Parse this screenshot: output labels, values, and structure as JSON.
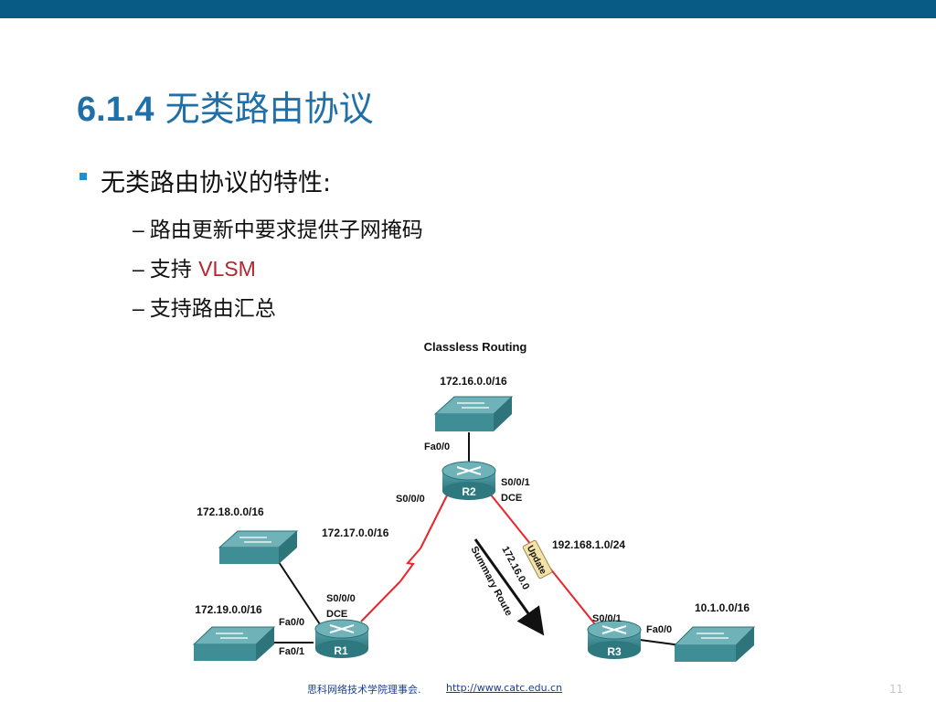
{
  "slide": {
    "title_number": "6.1.4",
    "title_text": "无类路由协议",
    "bullet": "无类路由协议的特性:",
    "sub_items": [
      {
        "text": "路由更新中要求提供子网掩码",
        "highlight": ""
      },
      {
        "text": "支持 ",
        "highlight": "VLSM"
      },
      {
        "text": "支持路由汇总",
        "highlight": ""
      }
    ],
    "footer_org": "思科网络技术学院理事会.",
    "footer_url": "http://www.catc.edu.cn",
    "page_number": "11"
  },
  "diagram": {
    "title": "Classless Routing",
    "routers": [
      {
        "name": "R2"
      },
      {
        "name": "R1"
      },
      {
        "name": "R3"
      }
    ],
    "networks": [
      "172.16.0.0/16",
      "172.18.0.0/16",
      "172.19.0.0/16",
      "10.1.0.0/16",
      "172.17.0.0/16",
      "192.168.1.0/24"
    ],
    "interfaces": {
      "r2_fa00": "Fa0/0",
      "r2_s000": "S0/0/0",
      "r2_s001": "S0/0/1",
      "r2_dce": "DCE",
      "r1_s000": "S0/0/0",
      "r1_dce": "DCE",
      "r1_fa00": "Fa0/0",
      "r1_fa01": "Fa0/1",
      "r3_s001": "S0/0/1",
      "r3_fa00": "Fa0/0"
    },
    "update_label": "Update",
    "summary_network": "172.16.0.0",
    "summary_label": "Summary Route"
  },
  "colors": {
    "top_bar": "#075b84",
    "title": "#1f6fa8",
    "highlight": "#b3262e",
    "serial_link": "#e8262b",
    "device_teal": "#3f8e96"
  }
}
